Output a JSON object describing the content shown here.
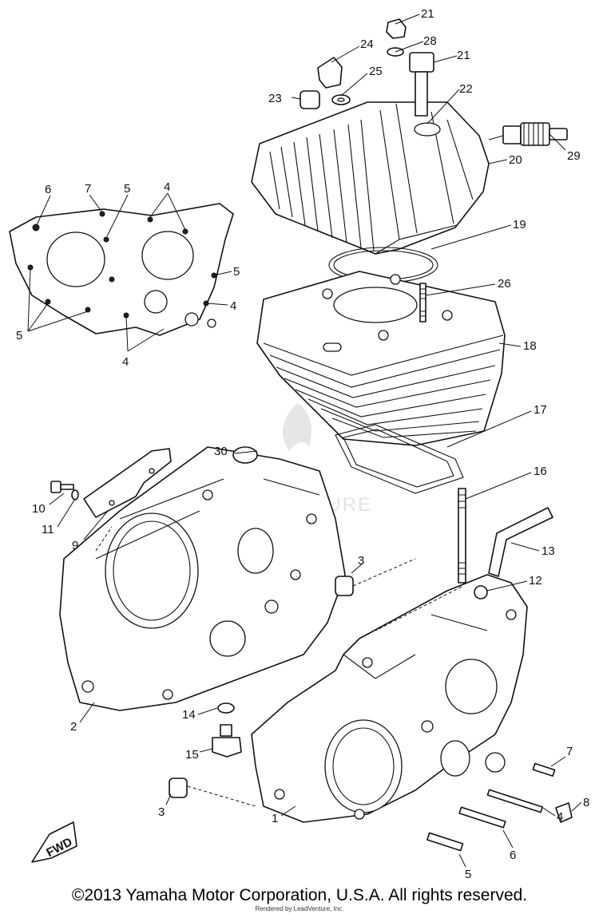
{
  "diagram": {
    "labels": {
      "l1": "1",
      "l2": "2",
      "l3a": "3",
      "l3b": "3",
      "l4a": "4",
      "l4b": "4",
      "l4c": "4",
      "l4d": "4",
      "l5a": "5",
      "l5b": "5",
      "l5c": "5",
      "l5d": "5",
      "l6a": "6",
      "l6b": "6",
      "l7a": "7",
      "l7b": "7",
      "l8": "8",
      "l9": "9",
      "l10": "10",
      "l11": "11",
      "l12": "12",
      "l13": "13",
      "l14": "14",
      "l15": "15",
      "l16": "16",
      "l17": "17",
      "l18": "18",
      "l19": "19",
      "l20": "20",
      "l21a": "21",
      "l21b": "21",
      "l22": "22",
      "l23": "23",
      "l24": "24",
      "l25": "25",
      "l26": "26",
      "l28": "28",
      "l29": "29",
      "l30": "30"
    },
    "fwd_label": "FWD",
    "watermark": "ADVENTURE"
  },
  "footer": {
    "copyright": "©2013 Yamaha Motor Corporation, U.S.A. All rights reserved.",
    "credit": "Rendered by LeadVenture, Inc."
  }
}
